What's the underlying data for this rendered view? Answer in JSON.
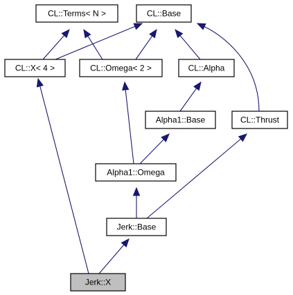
{
  "diagram": {
    "node_fill": "#ffffff",
    "highlight_fill": "#bfbfbf",
    "edge_color": "#191970",
    "nodes": [
      {
        "id": "cl_terms",
        "label": "CL::Terms< N >"
      },
      {
        "id": "cl_base",
        "label": "CL::Base"
      },
      {
        "id": "cl_x4",
        "label": "CL::X< 4 >"
      },
      {
        "id": "cl_omega2",
        "label": "CL::Omega< 2 >"
      },
      {
        "id": "cl_alpha",
        "label": "CL::Alpha"
      },
      {
        "id": "alpha1_base",
        "label": "Alpha1::Base"
      },
      {
        "id": "cl_thrust",
        "label": "CL::Thrust"
      },
      {
        "id": "alpha1_omega",
        "label": "Alpha1::Omega"
      },
      {
        "id": "jerk_base",
        "label": "Jerk::Base"
      },
      {
        "id": "jerk_x",
        "label": "Jerk::X",
        "highlighted": true
      }
    ],
    "edges": [
      {
        "from": "cl_x4",
        "to": "cl_terms"
      },
      {
        "from": "cl_x4",
        "to": "cl_base"
      },
      {
        "from": "cl_omega2",
        "to": "cl_terms"
      },
      {
        "from": "cl_omega2",
        "to": "cl_base"
      },
      {
        "from": "cl_alpha",
        "to": "cl_base"
      },
      {
        "from": "cl_thrust",
        "to": "cl_base"
      },
      {
        "from": "alpha1_base",
        "to": "cl_alpha"
      },
      {
        "from": "alpha1_omega",
        "to": "cl_omega2"
      },
      {
        "from": "alpha1_omega",
        "to": "alpha1_base"
      },
      {
        "from": "jerk_base",
        "to": "alpha1_omega"
      },
      {
        "from": "jerk_base",
        "to": "cl_thrust"
      },
      {
        "from": "jerk_x",
        "to": "cl_x4"
      },
      {
        "from": "jerk_x",
        "to": "jerk_base"
      }
    ]
  }
}
